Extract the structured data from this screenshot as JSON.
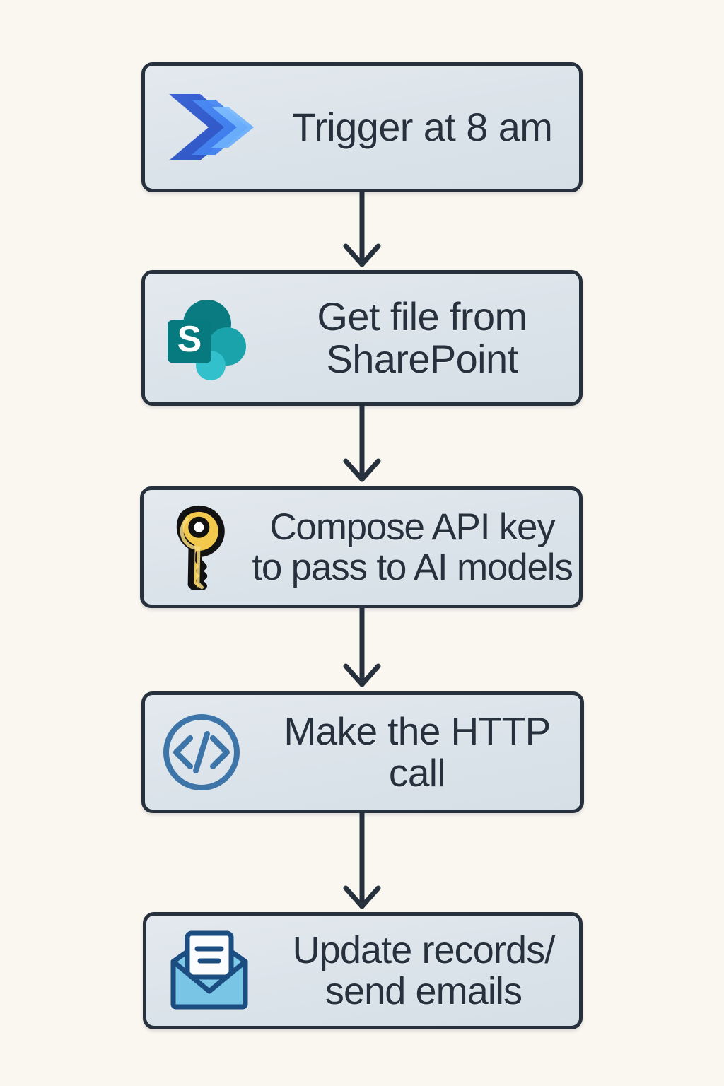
{
  "diagram": {
    "type": "flowchart",
    "orientation": "vertical",
    "title_text": "",
    "background_color": "#faf6f0",
    "node_fill_color": "#dde5ec",
    "node_border_color": "#26313d",
    "text_color": "#26313d",
    "connector_color": "#26313d",
    "nodes": [
      {
        "id": "trigger",
        "label": "Trigger at 8 am",
        "icon": "power-automate-logo",
        "icon_colors": [
          "#2f5ecb",
          "#3f7df0",
          "#5ea7fb"
        ]
      },
      {
        "id": "sharepoint",
        "label": "Get file from\nSharePoint",
        "icon": "sharepoint-logo",
        "icon_colors": [
          "#036c70",
          "#1a9ba1",
          "#37c6d0"
        ]
      },
      {
        "id": "apikey",
        "label": "Compose API key\nto pass to AI models",
        "icon": "key-icon",
        "icon_colors": [
          "#f5cf52",
          "#efc13f",
          "#000000"
        ]
      },
      {
        "id": "http",
        "label": "Make the HTTP\ncall",
        "icon": "code-brackets-circle-icon",
        "icon_colors": [
          "#3d75a8"
        ]
      },
      {
        "id": "update",
        "label": "Update records/\nsend emails",
        "icon": "open-envelope-mail-icon",
        "icon_colors": [
          "#6fc4e8",
          "#1c4d80",
          "#ffffff"
        ]
      }
    ],
    "connectors": [
      {
        "from": "trigger",
        "to": "sharepoint",
        "arrow": "down-arrow"
      },
      {
        "from": "sharepoint",
        "to": "apikey",
        "arrow": "down-arrow"
      },
      {
        "from": "apikey",
        "to": "http",
        "arrow": "down-arrow"
      },
      {
        "from": "http",
        "to": "update",
        "arrow": "down-arrow"
      }
    ]
  }
}
